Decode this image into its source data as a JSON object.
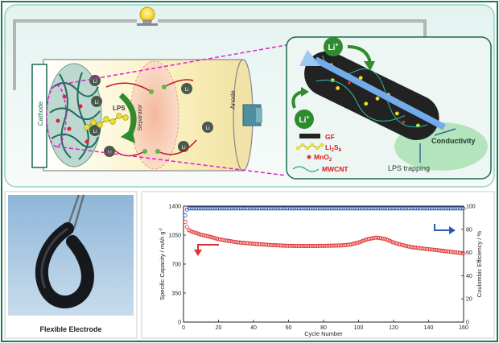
{
  "diagram": {
    "cathode_label": "Cathode",
    "anode_label": "Anode",
    "separator_label": "Separator",
    "lps_label": "LPS",
    "li_label": "Li",
    "li_plus_label": "Li",
    "plus_sign": "+",
    "conductivity_label": "Conductivity",
    "lps_trapping_label": "LPS trapping",
    "legend": {
      "gf": "GF",
      "li2s8": "Li",
      "li2s8_sub1": "2",
      "li2s8_mid": "S",
      "li2s8_sub2": "8",
      "mno2": "MnO",
      "mno2_sub": "2",
      "mwcnt": "MWCNT"
    },
    "photo_caption": "Flexible Electrode"
  },
  "colors": {
    "border": "#1a7a5a",
    "li_circle": "#4a5a4a",
    "separator": "#f0c8a8",
    "electrolyte": "#fbf3c8",
    "cnt_body": "#222222",
    "trap_ellipse": "#a8e0b0",
    "arrow_green": "#2e8b2e",
    "legend_red": "#d81b1b",
    "capacity_series": "#e03030",
    "ce_series": "#2a5ab0"
  },
  "chart_data": {
    "type": "scatter",
    "xlabel": "Cycle Number",
    "ylabel_left": "Specific Capacity / mAh g",
    "ylabel_left_sup": "-1",
    "ylabel_right": "Coulombic Efficiency / %",
    "xlim": [
      0,
      160
    ],
    "ylim_left": [
      0,
      1400
    ],
    "ylim_right": [
      0,
      100
    ],
    "x_ticks": [
      0,
      20,
      40,
      60,
      80,
      100,
      120,
      140,
      160
    ],
    "y_left_ticks": [
      0,
      350,
      700,
      1050,
      1400
    ],
    "y_left_tick_labels": [
      "0",
      "350",
      "700",
      "1050",
      "1400"
    ],
    "y_right_ticks": [
      0,
      20,
      40,
      60,
      80,
      100
    ],
    "series": [
      {
        "axis": "left",
        "x": [
          1,
          2,
          3,
          5,
          8,
          10,
          15,
          20,
          30,
          40,
          50,
          60,
          70,
          80,
          90,
          95,
          100,
          105,
          110,
          115,
          120,
          125,
          130,
          140,
          150,
          160
        ],
        "y": [
          1210,
          1150,
          1110,
          1090,
          1070,
          1055,
          1030,
          1000,
          965,
          945,
          930,
          920,
          918,
          920,
          925,
          935,
          960,
          1000,
          1020,
          1005,
          960,
          930,
          905,
          880,
          855,
          830
        ]
      },
      {
        "axis": "right",
        "x": [
          1,
          2,
          3,
          5,
          10,
          20,
          40,
          60,
          80,
          100,
          120,
          140,
          160
        ],
        "y": [
          92,
          97,
          98,
          98,
          98,
          98,
          98,
          98,
          98,
          98,
          98,
          98,
          98
        ]
      }
    ]
  }
}
